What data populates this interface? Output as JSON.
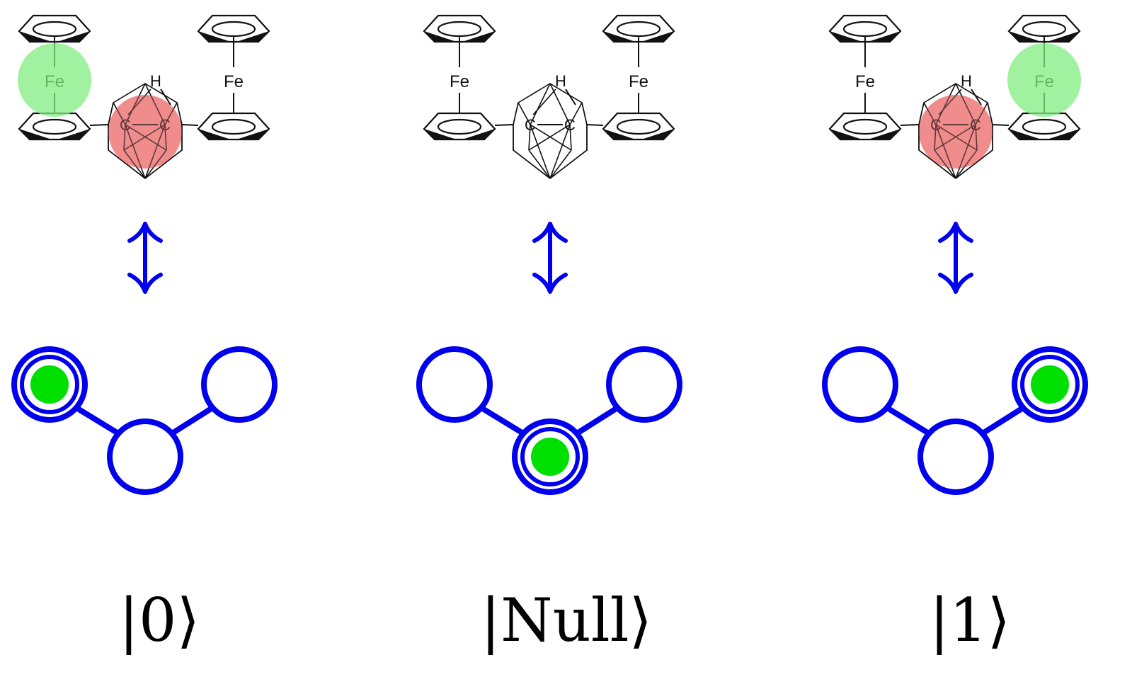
{
  "colors": {
    "graph_stroke": "#0000ee",
    "arrow": "#0000ee",
    "occupied_dot": "#00e000",
    "fe_highlight": "#80ee80",
    "carborane_highlight": "#f08080",
    "molecule_stroke": "#111111"
  },
  "atom_labels": {
    "iron": "Fe",
    "carbon": "C",
    "hydrogen": "H"
  },
  "panels": [
    {
      "id": "state-0",
      "ket_label": "|0⟩",
      "occupied_site": "left",
      "highlights": [
        "left-fe",
        "carborane"
      ]
    },
    {
      "id": "state-null",
      "ket_label": "|Null⟩",
      "occupied_site": "center",
      "highlights": []
    },
    {
      "id": "state-1",
      "ket_label": "|1⟩",
      "occupied_site": "right",
      "highlights": [
        "right-fe",
        "carborane"
      ]
    }
  ],
  "arrow_icon": "double-headed-vertical-arrow-icon"
}
